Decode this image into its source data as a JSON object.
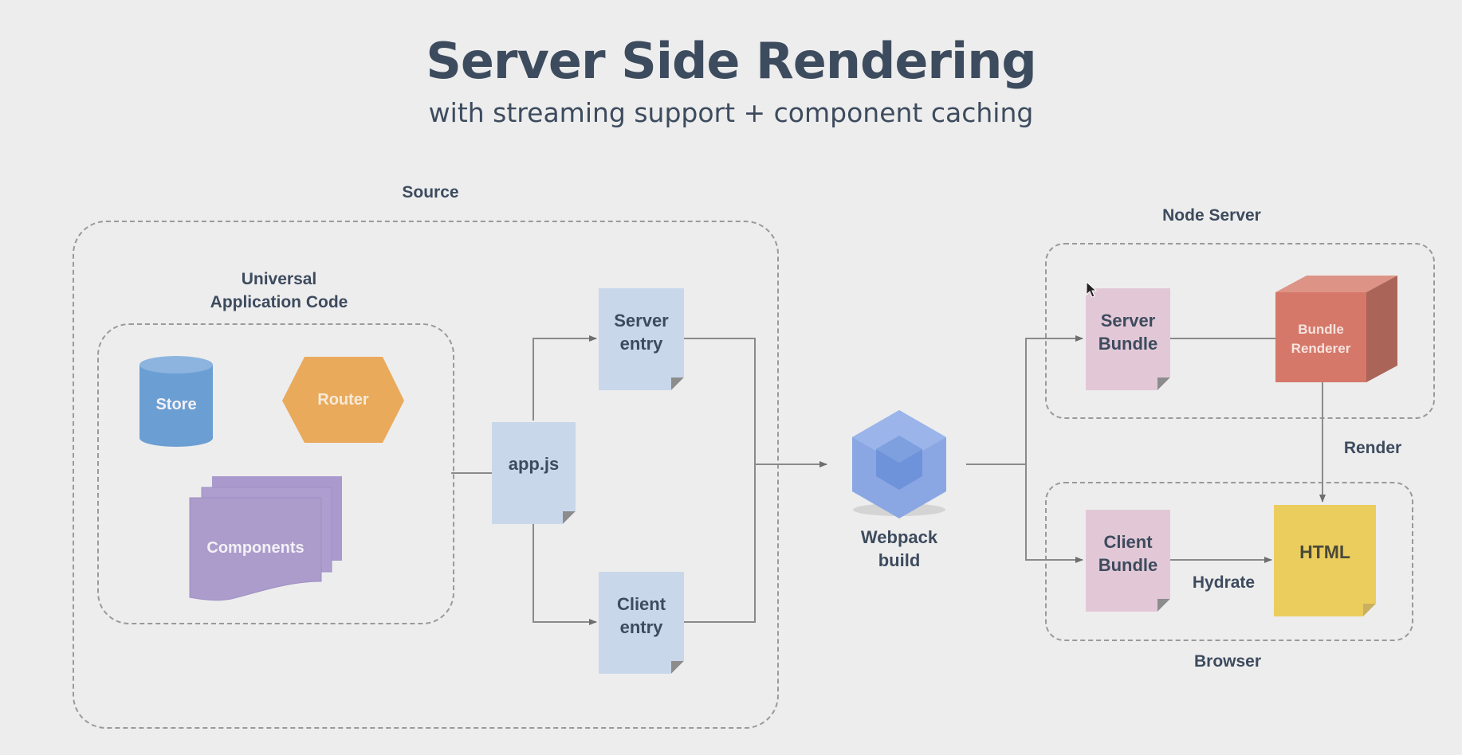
{
  "title": "Server Side Rendering",
  "subtitle": "with streaming support + component caching",
  "groups": {
    "source": "Source",
    "universal": "Universal\nApplication Code",
    "node_server": "Node Server",
    "browser": "Browser"
  },
  "nodes": {
    "store": "Store",
    "router": "Router",
    "components": "Components",
    "app_js": "app.js",
    "server_entry": "Server\nentry",
    "client_entry": "Client\nentry",
    "webpack": "Webpack\nbuild",
    "server_bundle": "Server\nBundle",
    "client_bundle": "Client\nBundle",
    "bundle_renderer": "Bundle\nRenderer",
    "html": "HTML"
  },
  "edges": {
    "render": "Render",
    "hydrate": "Hydrate"
  },
  "colors": {
    "background": "#ededed",
    "text": "#3d4b5e",
    "store": "#6b9fd4",
    "router": "#e9aa5c",
    "components": "#aa9ccb",
    "entry_doc": "#c9d7ea",
    "bundle_doc": "#e2c8d6",
    "renderer": "#d5786a",
    "html": "#ebcd5e",
    "webpack": "#7a9de0"
  }
}
